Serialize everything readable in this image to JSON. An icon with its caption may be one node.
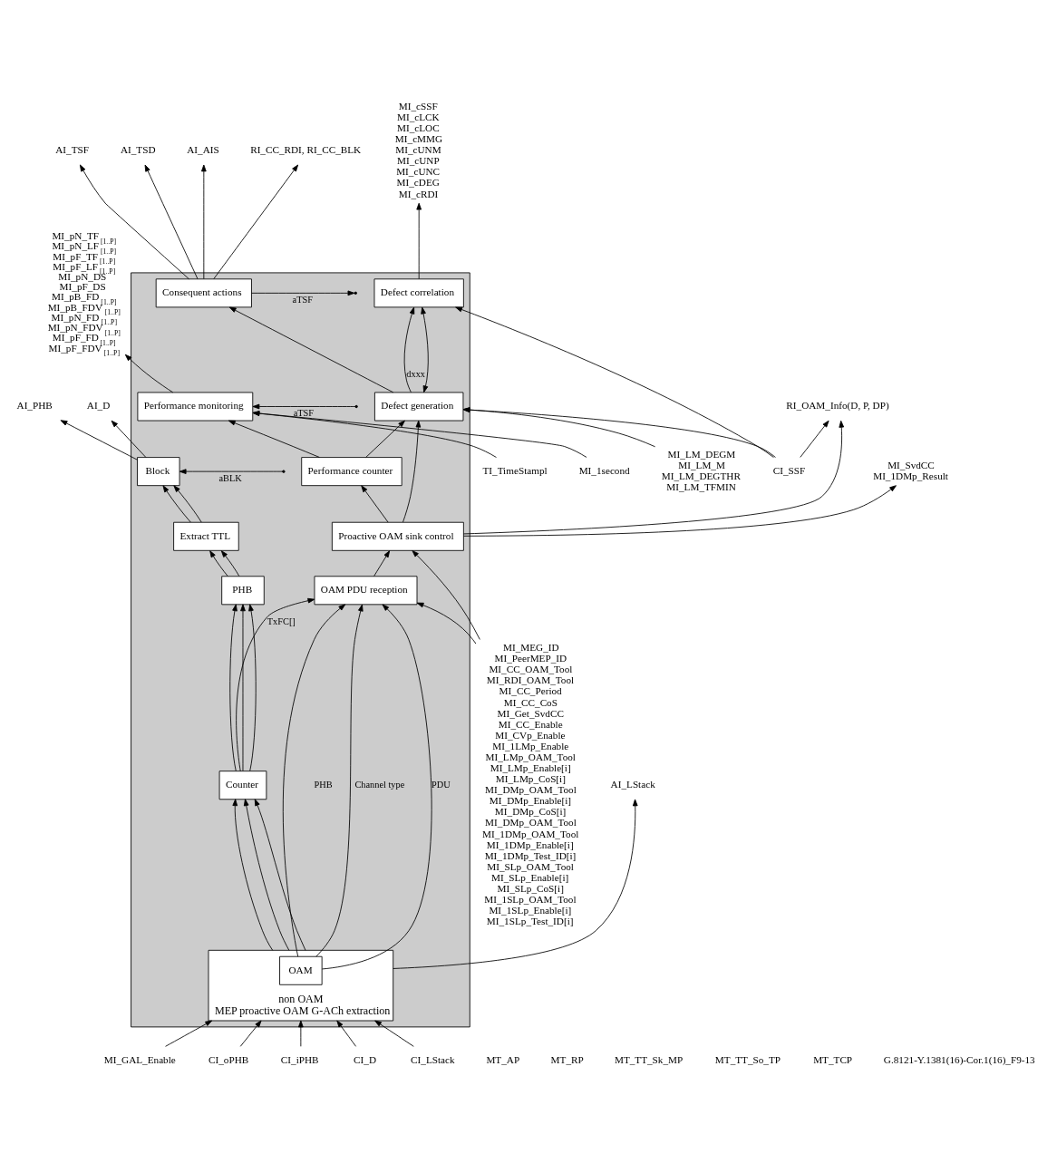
{
  "diagram": {
    "nodes": [
      {
        "text": [],
        "shape": "box"
      },
      {
        "text": [
          "Consequent actions"
        ],
        "in": 0
      },
      {
        "text": [
          "Block"
        ],
        "in": 0
      },
      {
        "text": [
          "Extract TTL"
        ],
        "in": 0
      },
      {
        "text": [
          "PHB"
        ],
        "in": 0
      },
      {
        "text": [
          "Counter"
        ],
        "in": 0
      },
      {
        "text": [
          "Proactive OAM sink control"
        ],
        "in": 0
      },
      {
        "text": [
          "OAM PDU reception"
        ],
        "in": 0
      },
      {
        "text": [
          "Defect generation"
        ],
        "in": 0
      },
      {
        "text": [
          "Defect correlation"
        ],
        "in": 0
      },
      {
        "text": [
          "Performance monitoring"
        ],
        "in": 0
      },
      {
        "text": [
          "Performance counter"
        ],
        "in": 0
      },
      {
        "text": [
          "non OAM",
          "MEP proactive OAM G-ACh extraction"
        ],
        "in": 0
      },
      {
        "text": [
          "OAM"
        ],
        "in": 12
      },
      {
        "text": [
          "AI_TSF"
        ]
      },
      {
        "text": [
          "AI_TSD"
        ]
      },
      {
        "text": [
          "AI_AIS"
        ]
      },
      {
        "text": [
          "AI_PHB"
        ]
      },
      {
        "text": [
          "AI_D"
        ]
      },
      {
        "text": [
          "AI_LStack"
        ]
      },
      {
        "text": [
          "RI_CC_RDI, RI_CC_BLK"
        ]
      },
      {
        "text": [
          "RI_OAM_Info(D, P, DP)"
        ]
      },
      {
        "text": [
          "MI_LM_DEGM",
          "MI_LM_M",
          "MI_LM_DEGTHR",
          "MI_LM_TFMIN"
        ]
      },
      {
        "text": [
          "MI_cSSF",
          "MI_cLCK",
          "MI_cLOC",
          "MI_cMMG",
          "MI_cUNM",
          "MI_cUNP",
          "MI_cUNC",
          "MI_cDEG",
          "MI_cRDI"
        ]
      },
      {
        "text": [
          "MI_pN_TF$_{[1..P]}$",
          "MI_pN_LF$_{[1..P]}$",
          "MI_pF_TF$_{[1..P]}$",
          "MI_pF_LF$_{[1..P]}$",
          "MI_pN_DS",
          "MI_pF_DS",
          "MI_pB_FD$_{[1..P]}$",
          "MI_pB_FDV$_{[1..P]}$",
          "MI_pN_FD$_{[1..P]}$",
          "MI_pN_FDV$_{[1..P]}$",
          "MI_pF_FD$_{[1..P]}$",
          "MI_pF_FDV$_{[1..P]}$"
        ]
      },
      {
        "text": [
          "MI_1second"
        ]
      },
      {
        "text": [
          "MI_SvdCC",
          "MI_1DMp_Result"
        ]
      },
      {
        "text": [
          "MI_MEG_ID",
          "MI_PeerMEP_ID",
          "MI_CC_OAM_Tool",
          "MI_RDI_OAM_Tool",
          "MI_CC_Period",
          "MI_CC_CoS",
          "MI_Get_SvdCC",
          "MI_CC_Enable",
          "MI_CVp_Enable",
          "MI_1LMp_Enable",
          "MI_LMp_OAM_Tool",
          "MI_LMp_Enable[i]",
          "MI_LMp_CoS[i]",
          "MI_DMp_OAM_Tool",
          "MI_DMp_Enable[i]",
          "MI_DMp_CoS[i]",
          "MI_DMp_OAM_Tool",
          "MI_1DMp_OAM_Tool",
          "MI_1DMp_Enable[i]",
          "MI_1DMp_Test_ID[i]",
          "MI_SLp_OAM_Tool",
          "MI_SLp_Enable[i]",
          "MI_SLp_CoS[i]",
          "MI_1SLp_OAM_Tool",
          "MI_1SLp_Enable[i]",
          "MI_1SLp_Test_ID[i]"
        ]
      },
      {
        "text": [
          "MI_GAL_Enable"
        ]
      },
      {
        "text": [
          "TI_TimeStampl"
        ]
      },
      {
        "text": [
          "CI_SSF"
        ]
      },
      {
        "text": [
          "CI_oPHB"
        ]
      },
      {
        "text": [
          "CI_iPHB"
        ]
      },
      {
        "text": [
          "CI_D"
        ]
      },
      {
        "text": [
          "CI_LStack"
        ]
      }
    ],
    "edges": [
      {
        "from": 1,
        "to": 14,
        "arrow": "to"
      },
      {
        "from": 1,
        "to": 15,
        "arrow": "to"
      },
      {
        "from": 1,
        "to": 16,
        "arrow": "to"
      },
      {
        "from": 1,
        "to": null,
        "arrow": "to",
        "label": "aTSF"
      },
      {
        "from": 1,
        "to": 20,
        "arrow": "to"
      },
      {
        "from": 6,
        "to": 21,
        "arrow": "to"
      },
      {
        "from": 30,
        "to": 21,
        "arrow": "to"
      },
      {
        "from": 8,
        "to": 9,
        "arrow": "to",
        "label": "dxxx"
      },
      {
        "from": 8,
        "to": 1,
        "arrow": "to"
      },
      {
        "from": 9,
        "to": 8,
        "arrow": "both"
      },
      {
        "from": 30,
        "to": 9,
        "arrow": "to"
      },
      {
        "from": 30,
        "to": 8,
        "arrow": "to"
      },
      {
        "from": 22,
        "to": 8,
        "arrow": "to"
      },
      {
        "from": 9,
        "to": 23,
        "arrow": "to"
      },
      {
        "from": 6,
        "to": 8,
        "arrow": "to"
      },
      {
        "from": 11,
        "to": 8,
        "arrow": "to"
      },
      {
        "from": 6,
        "to": 11,
        "arrow": "to"
      },
      {
        "from": 11,
        "to": 10,
        "arrow": "to"
      },
      {
        "from": 10,
        "to": 24,
        "arrow": "to"
      },
      {
        "from": 25,
        "to": 10,
        "arrow": "to"
      },
      {
        "from": null,
        "to": 10,
        "arrow": "to",
        "label": "aTSF"
      },
      {
        "from": 29,
        "to": 10,
        "arrow": "to"
      },
      {
        "from": 6,
        "to": 26,
        "arrow": "to"
      },
      {
        "from": 27,
        "to": 6,
        "arrow": "to"
      },
      {
        "from": 27,
        "to": 7,
        "arrow": "to"
      },
      {
        "from": 28,
        "to": 12,
        "arrow": "to"
      },
      {
        "from": null,
        "to": 2,
        "arrow": "to",
        "label": "aBLK"
      },
      {
        "from": 2,
        "to": 17,
        "arrow": "to"
      },
      {
        "from": 2,
        "to": 18,
        "arrow": "to"
      },
      {
        "from": 3,
        "to": 2,
        "arrow": "to"
      },
      {
        "from": 3,
        "to": 2,
        "arrow": "to"
      },
      {
        "from": 4,
        "to": 3,
        "arrow": "to"
      },
      {
        "from": 4,
        "to": 3,
        "arrow": "to"
      },
      {
        "from": 5,
        "to": 4,
        "arrow": "to"
      },
      {
        "from": 5,
        "to": 4,
        "arrow": "to"
      },
      {
        "from": 5,
        "to": 4,
        "arrow": "to"
      },
      {
        "from": 12,
        "to": 5,
        "arrow": "to"
      },
      {
        "from": 12,
        "to": 5,
        "arrow": "to"
      },
      {
        "from": 12,
        "to": 5,
        "arrow": "to"
      },
      {
        "from": 12,
        "to": 19,
        "arrow": "to"
      },
      {
        "from": 5,
        "to": 7,
        "arrow": "to",
        "label": "TxFC[]"
      },
      {
        "from": 13,
        "to": 7,
        "arrow": "to",
        "label": "PDU"
      },
      {
        "from": 13,
        "to": 7,
        "arrow": "to",
        "label": "PHB"
      },
      {
        "from": 13,
        "to": 7,
        "arrow": "to",
        "label": "Channel type"
      },
      {
        "from": 7,
        "to": 6,
        "arrow": "to"
      },
      {
        "from": 31,
        "to": 12,
        "arrow": "to"
      },
      {
        "from": 32,
        "to": 12,
        "arrow": "to"
      },
      {
        "from": 33,
        "to": 12,
        "arrow": "to"
      },
      {
        "from": 34,
        "to": 12,
        "arrow": "to"
      }
    ],
    "labels": [
      "MT_AP",
      "MT_RP",
      "MT_TT_Sk_MP",
      "MT_TT_So_TP",
      "MT_TCP",
      "G.8121-Y.1381(16)-Cor.1(16)_F9-13"
    ]
  }
}
